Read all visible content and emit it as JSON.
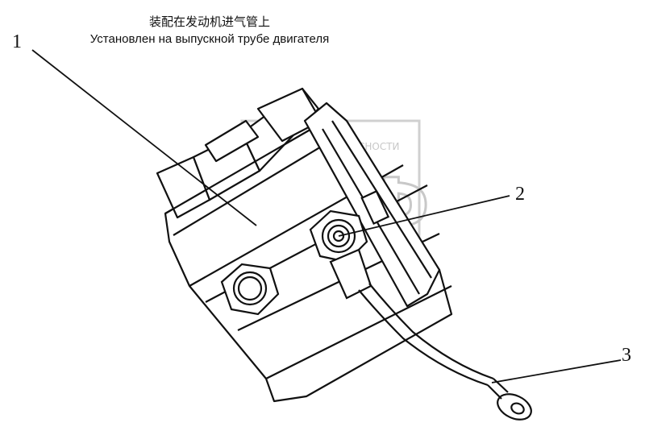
{
  "caption": {
    "chinese": "装配在发动机进气管上",
    "russian": "Установлен на выпускной трубе двигателя"
  },
  "callouts": [
    "1",
    "2",
    "3"
  ],
  "watermark": {
    "letters": "ЭПФ",
    "arc_text": "ТЕХНИКА · БЕЗОПАСНОСТИ",
    "color": "#cfcfcf"
  },
  "line_color": "#111111"
}
